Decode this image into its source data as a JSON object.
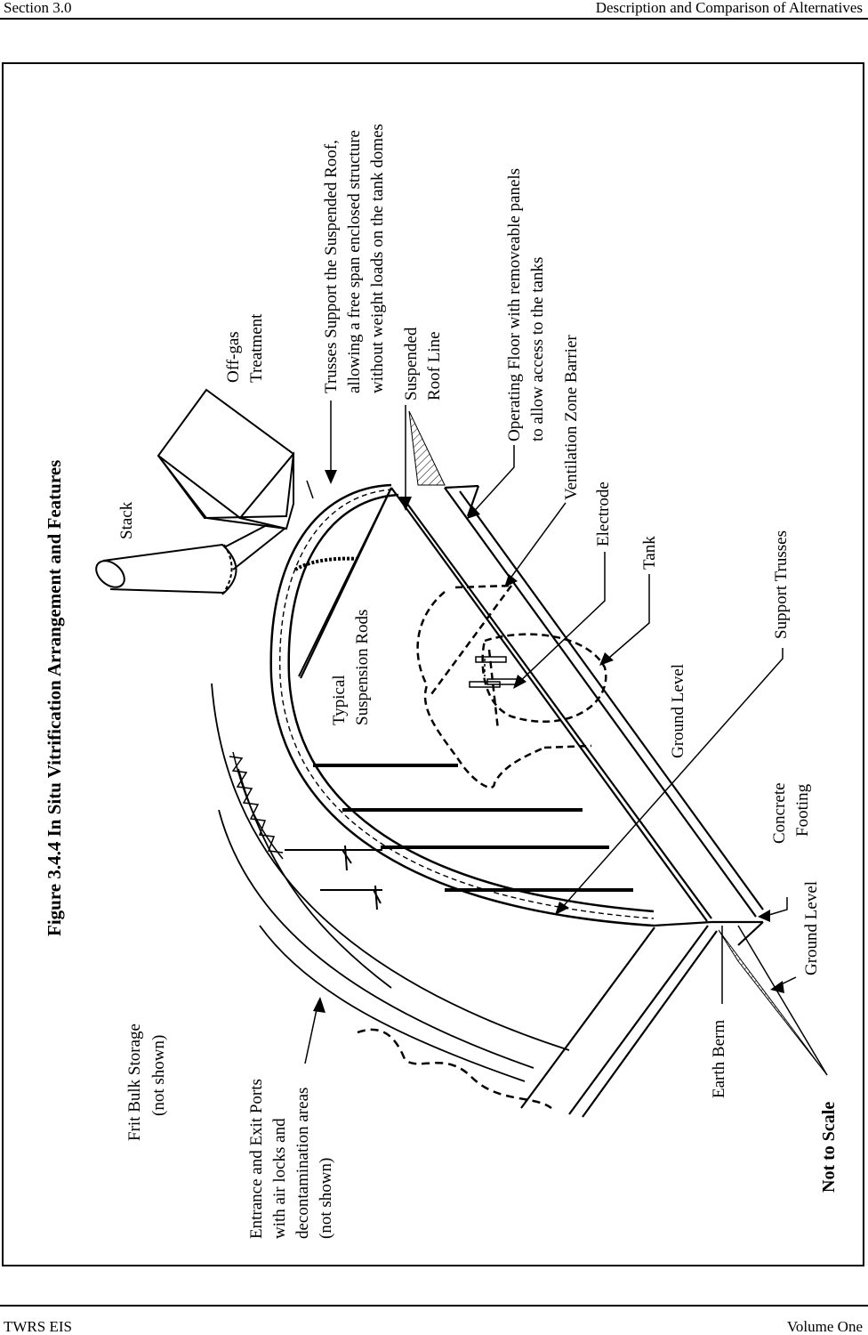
{
  "header": {
    "left": "Section 3.0",
    "right": "Description and Comparison of Alternatives"
  },
  "footer": {
    "left": "TWRS EIS",
    "right": "Volume One"
  },
  "figure": {
    "title": "Figure 3.4.4  In Situ Vitrification Arrangement and Features",
    "not_to_scale": "Not to Scale",
    "labels": {
      "frit_1": "Frit Bulk Storage",
      "frit_2": "(not shown)",
      "ports_1": "Entrance and Exit Ports",
      "ports_2": "with air locks and",
      "ports_3": "decontamination areas",
      "ports_4": "(not shown)",
      "stack": "Stack",
      "offgas_1": "Off-gas",
      "offgas_2": "Treatment",
      "trusses_1": "Trusses Support the Suspended Roof,",
      "trusses_2": "allowing a free span enclosed structure",
      "trusses_3": "without weight loads on the tank domes",
      "roofline_1": "Suspended",
      "roofline_2": "Roof Line",
      "floor_1": "Operating Floor with removeable panels",
      "floor_2": "to allow access to the tanks",
      "vent": "Ventilation Zone Barrier",
      "electrode": "Electrode",
      "tank": "Tank",
      "rods_1": "Typical",
      "rods_2": "Suspension Rods",
      "support": "Support Trusses",
      "ground_upper": "Ground Level",
      "footing_1": "Concrete",
      "footing_2": "Footing",
      "ground_lower": "Ground Level",
      "berm": "Earth Berm"
    }
  }
}
